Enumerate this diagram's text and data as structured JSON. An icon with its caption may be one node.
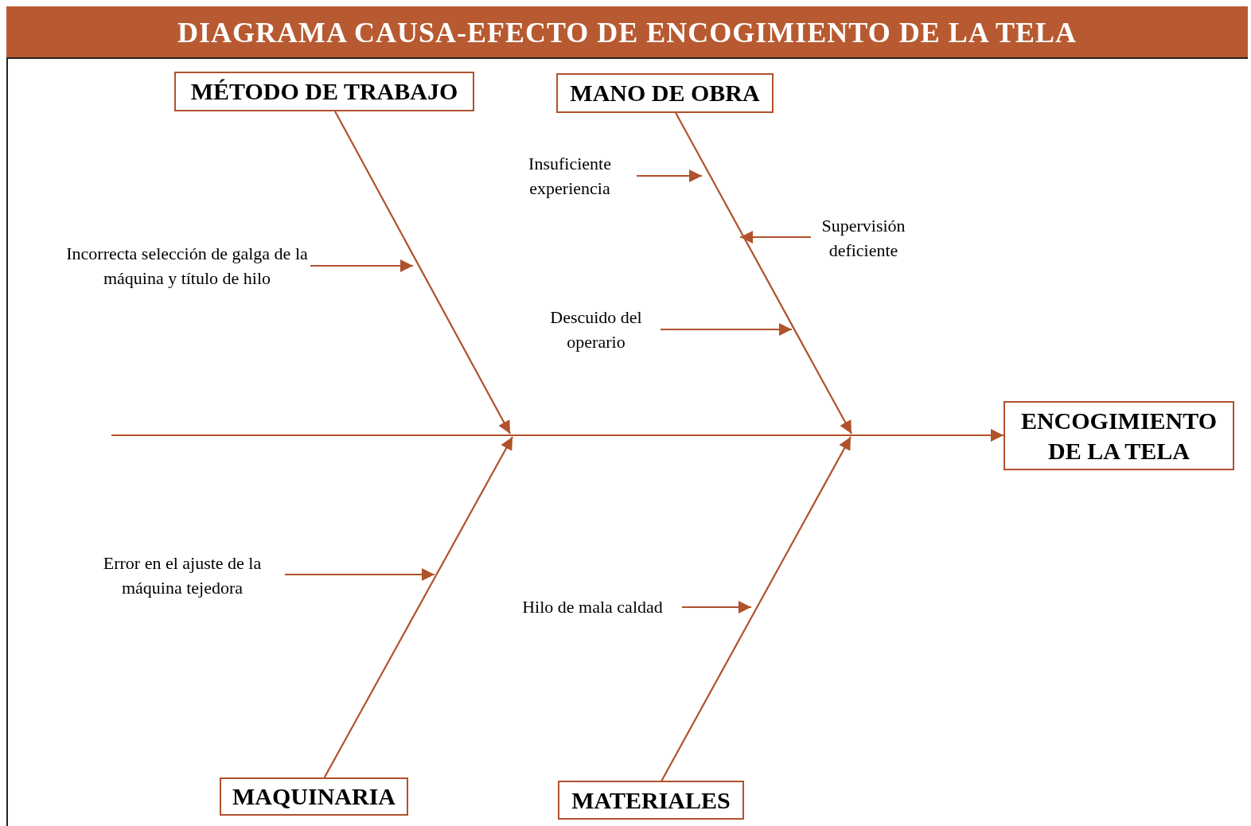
{
  "diagram": {
    "title": "DIAGRAMA CAUSA-EFECTO DE ENCOGIMIENTO DE LA TELA",
    "nodes": [
      {
        "text": [
          "MÉTODO DE TRABAJO"
        ]
      },
      {
        "text": [
          "MANO DE OBRA"
        ]
      },
      {
        "text": [
          "ENCOGIMIENTO DE LA TELA"
        ]
      },
      {
        "text": [
          "MAQUINARIA"
        ]
      },
      {
        "text": [
          "MATERIALES"
        ]
      },
      {
        "text": [
          "Incorrecta selección de galga de la máquina y título de hilo"
        ]
      },
      {
        "text": [
          "Insuficiente experiencia"
        ]
      },
      {
        "text": [
          "Supervisión deficiente"
        ]
      },
      {
        "text": [
          "Descuido del operario"
        ]
      },
      {
        "text": [
          "Error en el ajuste de la máquina tejedora"
        ]
      },
      {
        "text": [
          "Hilo de mala caldad"
        ]
      }
    ],
    "edges": [
      {
        "from": null,
        "to": 2,
        "arrow": "to"
      },
      {
        "from": 0,
        "to": null,
        "arrow": "to"
      },
      {
        "from": 1,
        "to": null,
        "arrow": "to"
      },
      {
        "from": 3,
        "to": null,
        "arrow": "to"
      },
      {
        "from": 4,
        "to": null,
        "arrow": "to"
      },
      {
        "from": 5,
        "to": null,
        "arrow": "to"
      },
      {
        "from": 6,
        "to": null,
        "arrow": "to"
      },
      {
        "from": 7,
        "to": null,
        "arrow": "to"
      },
      {
        "from": 8,
        "to": null,
        "arrow": "to"
      },
      {
        "from": 9,
        "to": null,
        "arrow": "to"
      },
      {
        "from": 10,
        "to": null,
        "arrow": "to"
      }
    ]
  }
}
